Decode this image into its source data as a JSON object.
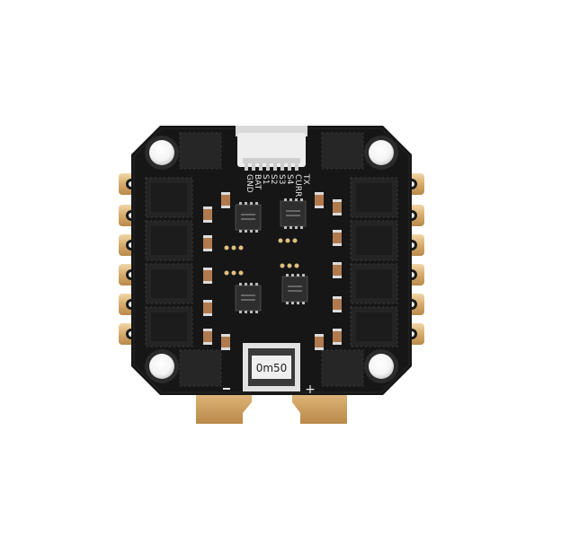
{
  "silkscreen": {
    "labels": [
      "TX",
      "CURR",
      "S4",
      "S3",
      "S2",
      "S1",
      "BAT",
      "GND"
    ],
    "shunt_marking": "0m50",
    "polarity_plus": "+"
  },
  "colors": {
    "background": "#ffffff",
    "pcb": "#1a1a1a",
    "gold_pad": "#d8b27a",
    "mosfet": "#2a2a2a",
    "capacitor": "#b07a4e",
    "connector": "#e6e6e6"
  },
  "icons": {
    "mount_hole": "mount-hole-icon",
    "pad": "solder-pad-icon"
  }
}
